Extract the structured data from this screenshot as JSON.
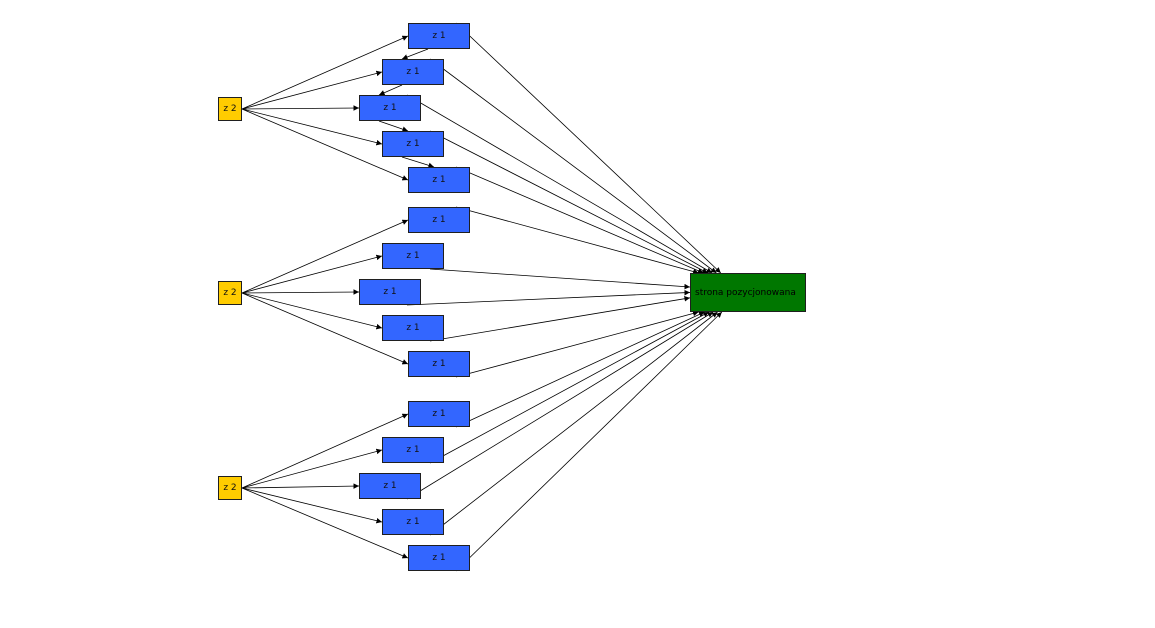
{
  "diagram": {
    "target_label": "strona pozycjonowana",
    "tier1_label": "z 1",
    "tier2_label": "z 2",
    "colors": {
      "tier1": "#3366ff",
      "tier2": "#ffcc00",
      "target": "#007700",
      "edge": "#000000"
    },
    "groups": [
      {
        "hub": "z 2",
        "pages": [
          "z 1",
          "z 1",
          "z 1",
          "z 1",
          "z 1"
        ],
        "chained": true
      },
      {
        "hub": "z 2",
        "pages": [
          "z 1",
          "z 1",
          "z 1",
          "z 1",
          "z 1"
        ],
        "chained": false
      },
      {
        "hub": "z 2",
        "pages": [
          "z 1",
          "z 1",
          "z 1",
          "z 1",
          "z 1"
        ],
        "chained": false
      }
    ]
  }
}
